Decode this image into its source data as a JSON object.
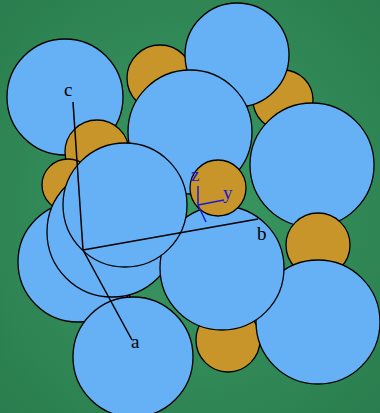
{
  "diagram": {
    "labels": [
      "c",
      "a",
      "b",
      "z",
      "y"
    ]
  }
}
